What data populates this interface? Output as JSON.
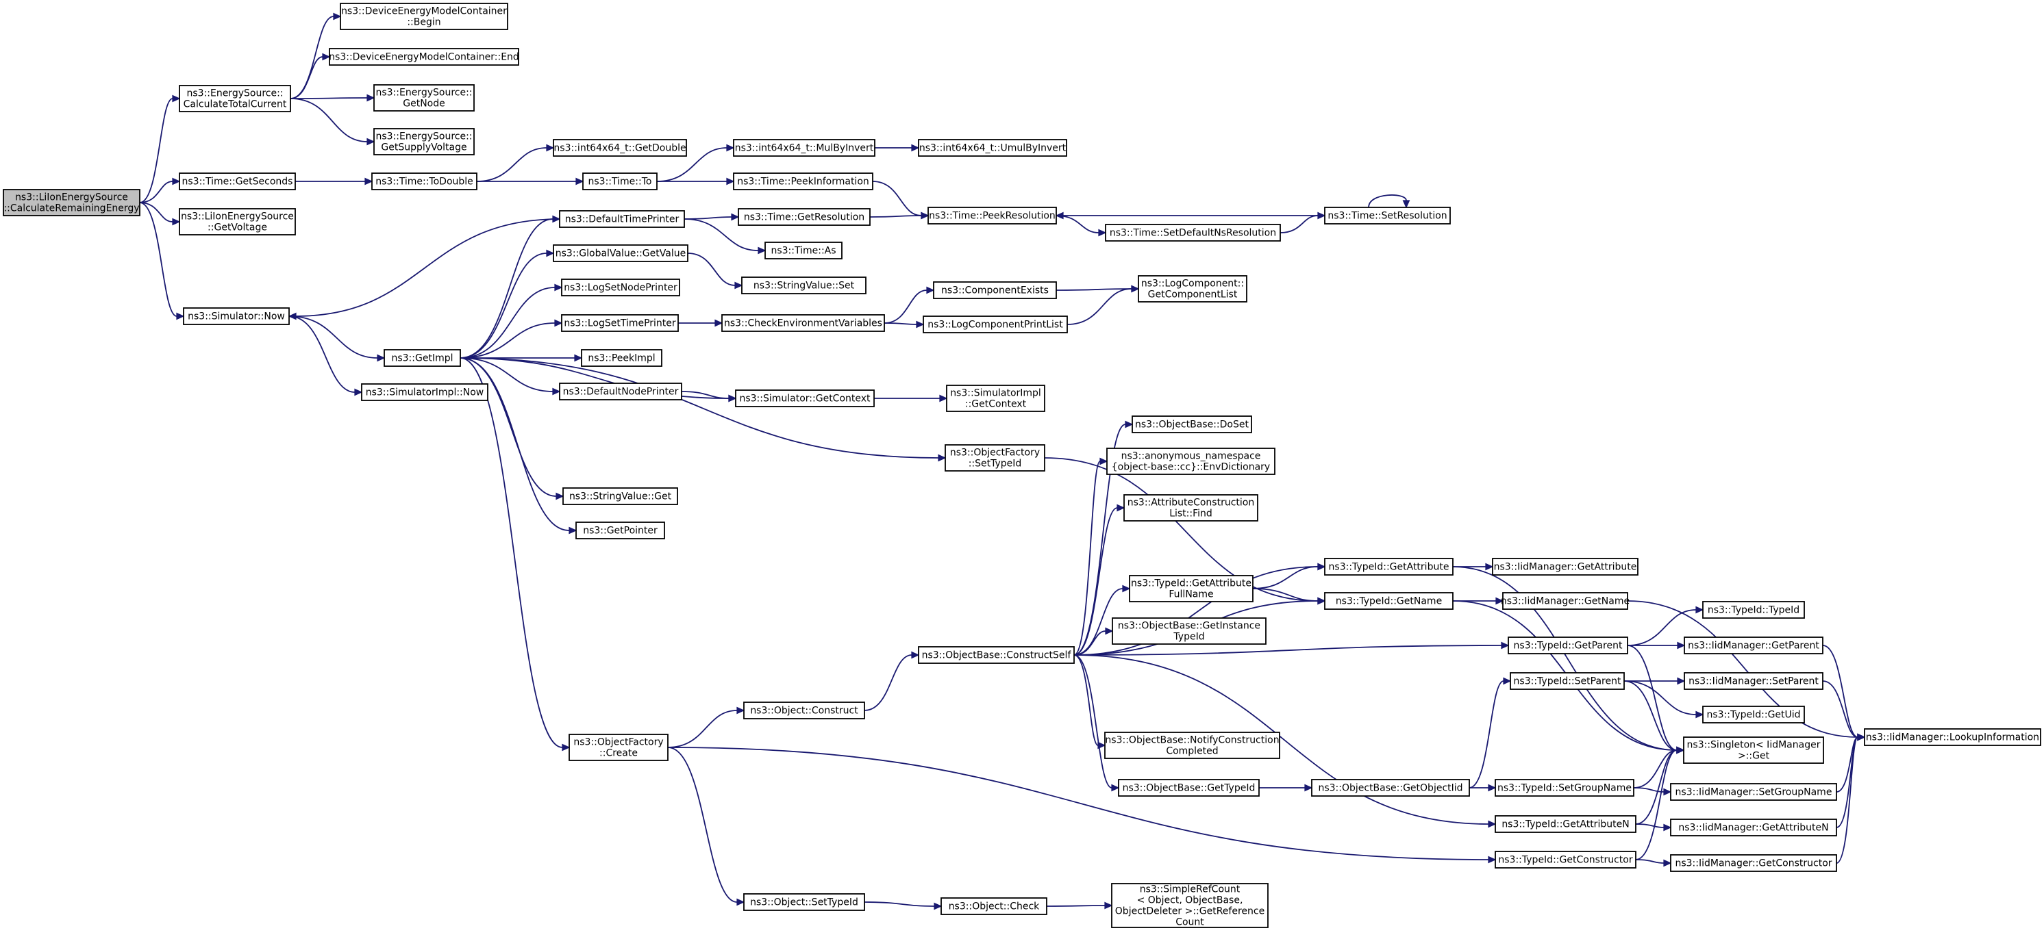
{
  "graph": {
    "nodes": [
      {
        "id": "n0",
        "lines": [
          "ns3::LiIonEnergySource",
          "::CalculateRemainingEnergy"
        ],
        "root": true
      },
      {
        "id": "n1",
        "lines": [
          "ns3::EnergySource::",
          "CalculateTotalCurrent"
        ]
      },
      {
        "id": "n2",
        "lines": [
          "ns3::DeviceEnergyModelContainer",
          "::Begin"
        ]
      },
      {
        "id": "n3",
        "lines": [
          "ns3::DeviceEnergyModelContainer::End"
        ]
      },
      {
        "id": "n4",
        "lines": [
          "ns3::EnergySource::",
          "GetNode"
        ]
      },
      {
        "id": "n5",
        "lines": [
          "ns3::EnergySource::",
          "GetSupplyVoltage"
        ]
      },
      {
        "id": "n6",
        "lines": [
          "ns3::Time::GetSeconds"
        ]
      },
      {
        "id": "n7",
        "lines": [
          "ns3::Time::ToDouble"
        ]
      },
      {
        "id": "n8",
        "lines": [
          "ns3::int64x64_t::GetDouble"
        ]
      },
      {
        "id": "n9",
        "lines": [
          "ns3::Time::To"
        ]
      },
      {
        "id": "n10",
        "lines": [
          "ns3::int64x64_t::MulByInvert"
        ]
      },
      {
        "id": "n11",
        "lines": [
          "ns3::int64x64_t::UmulByInvert"
        ]
      },
      {
        "id": "n12",
        "lines": [
          "ns3::Time::PeekInformation"
        ]
      },
      {
        "id": "n13",
        "lines": [
          "ns3::Time::PeekResolution"
        ]
      },
      {
        "id": "n14",
        "lines": [
          "ns3::LiIonEnergySource",
          "::GetVoltage"
        ]
      },
      {
        "id": "n15",
        "lines": [
          "ns3::DefaultTimePrinter"
        ]
      },
      {
        "id": "n16",
        "lines": [
          "ns3::Time::GetResolution"
        ]
      },
      {
        "id": "n17",
        "lines": [
          "ns3::Time::As"
        ]
      },
      {
        "id": "n18",
        "lines": [
          "ns3::Time::SetDefaultNsResolution"
        ]
      },
      {
        "id": "n19",
        "lines": [
          "ns3::Time::SetResolution"
        ]
      },
      {
        "id": "n20",
        "lines": [
          "ns3::GlobalValue::GetValue"
        ]
      },
      {
        "id": "n21",
        "lines": [
          "ns3::StringValue::Set"
        ]
      },
      {
        "id": "n22",
        "lines": [
          "ns3::LogSetNodePrinter"
        ]
      },
      {
        "id": "n23",
        "lines": [
          "ns3::Simulator::Now"
        ]
      },
      {
        "id": "n24",
        "lines": [
          "ns3::LogSetTimePrinter"
        ]
      },
      {
        "id": "n25",
        "lines": [
          "ns3::CheckEnvironmentVariables"
        ]
      },
      {
        "id": "n26",
        "lines": [
          "ns3::ComponentExists"
        ]
      },
      {
        "id": "n27",
        "lines": [
          "ns3::LogComponent::",
          "GetComponentList"
        ]
      },
      {
        "id": "n28",
        "lines": [
          "ns3::LogComponentPrintList"
        ]
      },
      {
        "id": "n29",
        "lines": [
          "ns3::GetImpl"
        ]
      },
      {
        "id": "n30",
        "lines": [
          "ns3::PeekImpl"
        ]
      },
      {
        "id": "n31",
        "lines": [
          "ns3::SimulatorImpl::Now"
        ]
      },
      {
        "id": "n32",
        "lines": [
          "ns3::DefaultNodePrinter"
        ]
      },
      {
        "id": "n33",
        "lines": [
          "ns3::Simulator::GetContext"
        ]
      },
      {
        "id": "n34",
        "lines": [
          "ns3::SimulatorImpl",
          "::GetContext"
        ]
      },
      {
        "id": "n35",
        "lines": [
          "ns3::ObjectBase::DoSet"
        ]
      },
      {
        "id": "n36",
        "lines": [
          "ns3::ObjectFactory",
          "::SetTypeId"
        ]
      },
      {
        "id": "n37",
        "lines": [
          "ns3::anonymous_namespace",
          "{object-base::cc}::EnvDictionary"
        ]
      },
      {
        "id": "n38",
        "lines": [
          "ns3::StringValue::Get"
        ]
      },
      {
        "id": "n39",
        "lines": [
          "ns3::AttributeConstruction",
          "List::Find"
        ]
      },
      {
        "id": "n40",
        "lines": [
          "ns3::GetPointer"
        ]
      },
      {
        "id": "n41",
        "lines": [
          "ns3::TypeId::GetAttribute"
        ]
      },
      {
        "id": "n42",
        "lines": [
          "ns3::IidManager::GetAttribute"
        ]
      },
      {
        "id": "n43",
        "lines": [
          "ns3::TypeId::GetAttribute",
          "FullName"
        ]
      },
      {
        "id": "n44",
        "lines": [
          "ns3::TypeId::GetName"
        ]
      },
      {
        "id": "n45",
        "lines": [
          "ns3::IidManager::GetName"
        ]
      },
      {
        "id": "n46",
        "lines": [
          "ns3::ObjectBase::GetInstance",
          "TypeId"
        ]
      },
      {
        "id": "n47",
        "lines": [
          "ns3::TypeId::TypeId"
        ]
      },
      {
        "id": "n48",
        "lines": [
          "ns3::TypeId::GetParent"
        ]
      },
      {
        "id": "n49",
        "lines": [
          "ns3::IidManager::GetParent"
        ]
      },
      {
        "id": "n50",
        "lines": [
          "ns3::ObjectBase::ConstructSelf"
        ]
      },
      {
        "id": "n51",
        "lines": [
          "ns3::TypeId::SetParent"
        ]
      },
      {
        "id": "n52",
        "lines": [
          "ns3::IidManager::SetParent"
        ]
      },
      {
        "id": "n53",
        "lines": [
          "ns3::Object::Construct"
        ]
      },
      {
        "id": "n54",
        "lines": [
          "ns3::TypeId::GetUid"
        ]
      },
      {
        "id": "n55",
        "lines": [
          "ns3::IidManager::LookupInformation"
        ]
      },
      {
        "id": "n56",
        "lines": [
          "ns3::ObjectFactory",
          "::Create"
        ]
      },
      {
        "id": "n57",
        "lines": [
          "ns3::ObjectBase::NotifyConstruction",
          "Completed"
        ]
      },
      {
        "id": "n58",
        "lines": [
          "ns3::Singleton< IidManager",
          " >::Get"
        ]
      },
      {
        "id": "n59",
        "lines": [
          "ns3::ObjectBase::GetTypeId"
        ]
      },
      {
        "id": "n60",
        "lines": [
          "ns3::ObjectBase::GetObjectIid"
        ]
      },
      {
        "id": "n61",
        "lines": [
          "ns3::TypeId::SetGroupName"
        ]
      },
      {
        "id": "n62",
        "lines": [
          "ns3::IidManager::SetGroupName"
        ]
      },
      {
        "id": "n63",
        "lines": [
          "ns3::TypeId::GetAttributeN"
        ]
      },
      {
        "id": "n64",
        "lines": [
          "ns3::IidManager::GetAttributeN"
        ]
      },
      {
        "id": "n65",
        "lines": [
          "ns3::TypeId::GetConstructor"
        ]
      },
      {
        "id": "n66",
        "lines": [
          "ns3::IidManager::GetConstructor"
        ]
      },
      {
        "id": "n67",
        "lines": [
          "ns3::Object::SetTypeId"
        ]
      },
      {
        "id": "n68",
        "lines": [
          "ns3::Object::Check"
        ]
      },
      {
        "id": "n69",
        "lines": [
          "ns3::SimpleRefCount",
          "< Object, ObjectBase,",
          "ObjectDeleter >::GetReference",
          "Count"
        ]
      }
    ],
    "edges": [
      [
        "n0",
        "n1"
      ],
      [
        "n0",
        "n6"
      ],
      [
        "n0",
        "n14"
      ],
      [
        "n0",
        "n23"
      ],
      [
        "n1",
        "n2"
      ],
      [
        "n1",
        "n3"
      ],
      [
        "n1",
        "n4"
      ],
      [
        "n1",
        "n5"
      ],
      [
        "n6",
        "n7"
      ],
      [
        "n7",
        "n8"
      ],
      [
        "n7",
        "n9"
      ],
      [
        "n9",
        "n10"
      ],
      [
        "n9",
        "n12"
      ],
      [
        "n10",
        "n11"
      ],
      [
        "n12",
        "n13"
      ],
      [
        "n15",
        "n16"
      ],
      [
        "n15",
        "n17"
      ],
      [
        "n15",
        "n23"
      ],
      [
        "n16",
        "n13"
      ],
      [
        "n13",
        "n18"
      ],
      [
        "n18",
        "n19"
      ],
      [
        "n19",
        "n13"
      ],
      [
        "n19",
        "n19"
      ],
      [
        "n20",
        "n21"
      ],
      [
        "n23",
        "n29"
      ],
      [
        "n23",
        "n31"
      ],
      [
        "n24",
        "n25"
      ],
      [
        "n25",
        "n26"
      ],
      [
        "n25",
        "n28"
      ],
      [
        "n26",
        "n27"
      ],
      [
        "n28",
        "n27"
      ],
      [
        "n29",
        "n15"
      ],
      [
        "n29",
        "n20"
      ],
      [
        "n29",
        "n22"
      ],
      [
        "n29",
        "n24"
      ],
      [
        "n29",
        "n30"
      ],
      [
        "n29",
        "n32"
      ],
      [
        "n29",
        "n33"
      ],
      [
        "n29",
        "n36"
      ],
      [
        "n29",
        "n38"
      ],
      [
        "n29",
        "n40"
      ],
      [
        "n29",
        "n56"
      ],
      [
        "n32",
        "n33"
      ],
      [
        "n33",
        "n34"
      ],
      [
        "n36",
        "n44"
      ],
      [
        "n41",
        "n42"
      ],
      [
        "n41",
        "n58"
      ],
      [
        "n43",
        "n41"
      ],
      [
        "n43",
        "n44"
      ],
      [
        "n44",
        "n45"
      ],
      [
        "n44",
        "n58"
      ],
      [
        "n45",
        "n55"
      ],
      [
        "n48",
        "n47"
      ],
      [
        "n48",
        "n49"
      ],
      [
        "n48",
        "n58"
      ],
      [
        "n49",
        "n55"
      ],
      [
        "n50",
        "n35"
      ],
      [
        "n50",
        "n37"
      ],
      [
        "n50",
        "n39"
      ],
      [
        "n50",
        "n41"
      ],
      [
        "n50",
        "n43"
      ],
      [
        "n50",
        "n44"
      ],
      [
        "n50",
        "n46"
      ],
      [
        "n50",
        "n48"
      ],
      [
        "n50",
        "n57"
      ],
      [
        "n50",
        "n59"
      ],
      [
        "n50",
        "n63"
      ],
      [
        "n51",
        "n52"
      ],
      [
        "n51",
        "n54"
      ],
      [
        "n51",
        "n58"
      ],
      [
        "n52",
        "n55"
      ],
      [
        "n53",
        "n50"
      ],
      [
        "n56",
        "n53"
      ],
      [
        "n56",
        "n65"
      ],
      [
        "n56",
        "n67"
      ],
      [
        "n59",
        "n60"
      ],
      [
        "n60",
        "n51"
      ],
      [
        "n60",
        "n61"
      ],
      [
        "n61",
        "n58"
      ],
      [
        "n61",
        "n62"
      ],
      [
        "n62",
        "n55"
      ],
      [
        "n63",
        "n58"
      ],
      [
        "n63",
        "n64"
      ],
      [
        "n64",
        "n55"
      ],
      [
        "n65",
        "n58"
      ],
      [
        "n65",
        "n66"
      ],
      [
        "n66",
        "n55"
      ],
      [
        "n67",
        "n68"
      ],
      [
        "n68",
        "n69"
      ]
    ]
  }
}
